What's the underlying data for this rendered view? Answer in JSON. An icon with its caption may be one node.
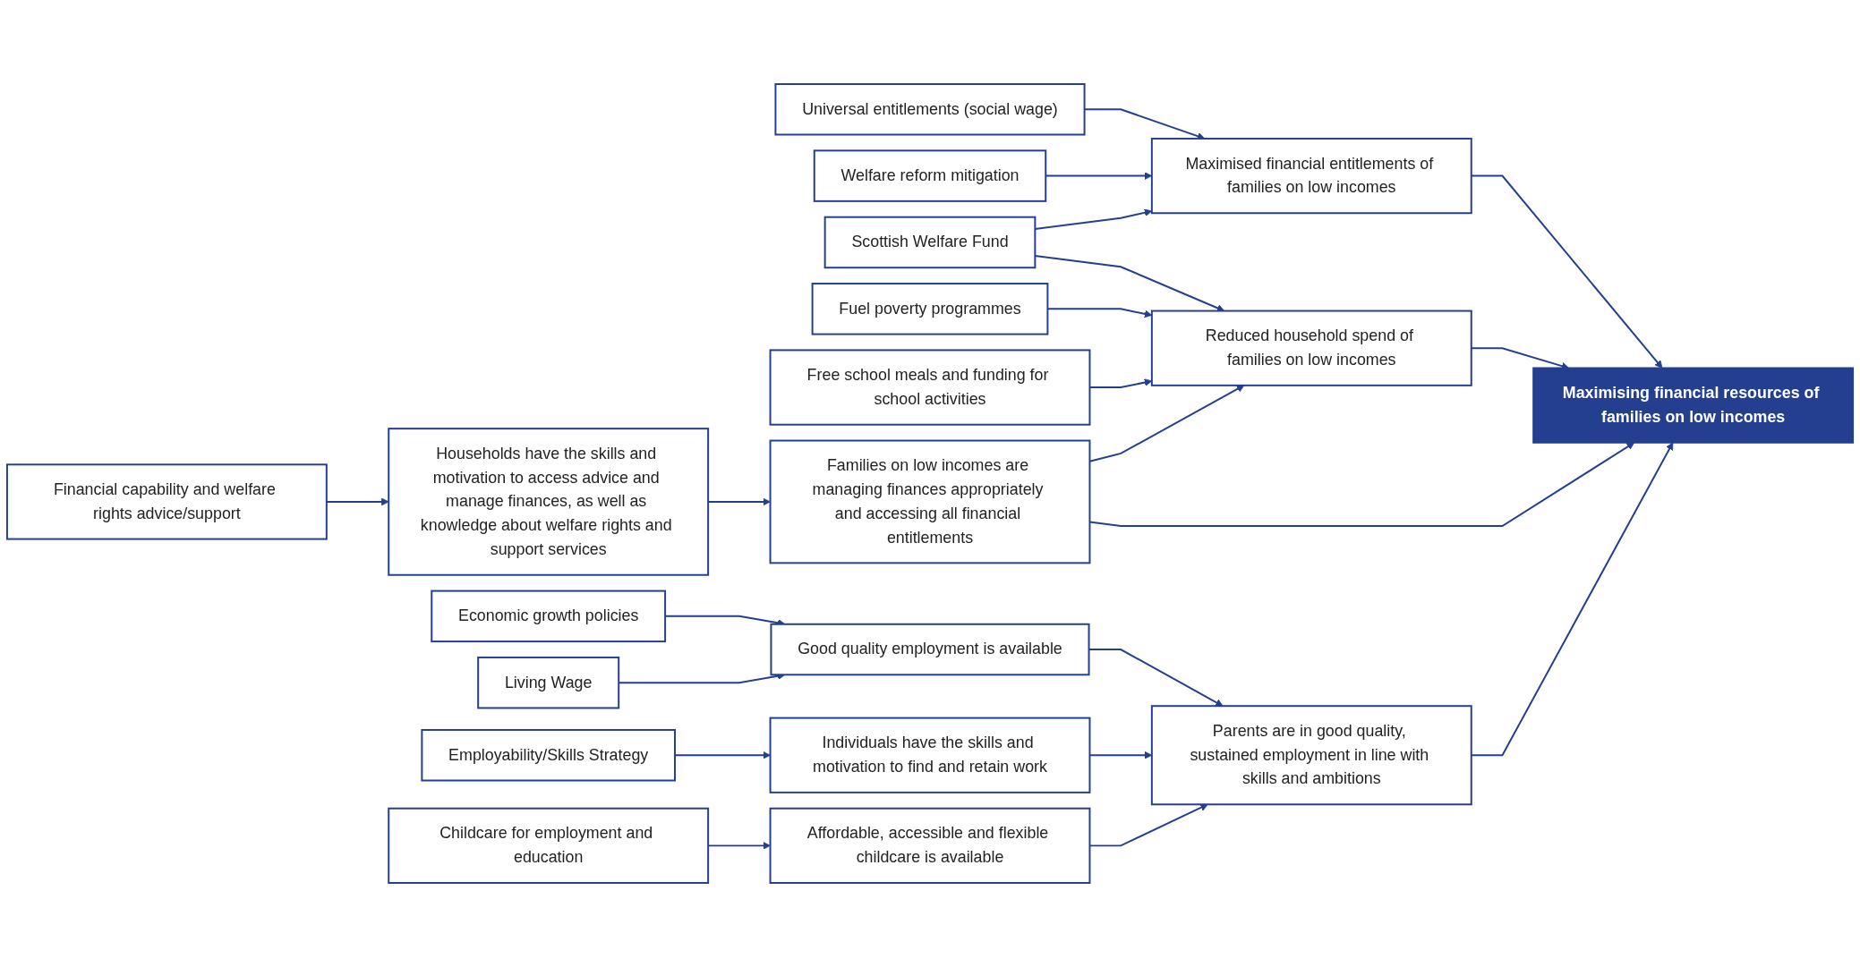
{
  "diagram": {
    "nodes": [
      {
        "text": [
          "Universal entitlements (social wage)"
        ]
      },
      {
        "text": [
          "Welfare reform mitigation"
        ]
      },
      {
        "text": [
          "Scottish Welfare Fund"
        ]
      },
      {
        "text": [
          "Fuel poverty programmes"
        ]
      },
      {
        "text": [
          "Free school meals and funding for school activities"
        ]
      },
      {
        "text": [
          "Financial capability and welfare rights advice/support"
        ]
      },
      {
        "text": [
          "Economic growth policies"
        ]
      },
      {
        "text": [
          "Living Wage"
        ]
      },
      {
        "text": [
          "Employability/Skills Strategy"
        ]
      },
      {
        "text": [
          "Childcare for employment and education"
        ]
      },
      {
        "text": [
          "Maximised financial entitlements of families on low incomes"
        ]
      },
      {
        "text": [
          "Reduced household spend of families on low incomes"
        ]
      },
      {
        "text": [
          "Households have the skills and motivation to access advice and manage finances, as well as knowledge about welfare rights and support services"
        ]
      },
      {
        "text": [
          "Families on low incomes are managing finances appropriately and accessing all financial entitlements"
        ]
      },
      {
        "text": [
          "Good quality employment is available"
        ]
      },
      {
        "text": [
          "Individuals have the skills and motivation to find and retain work"
        ]
      },
      {
        "text": [
          "Affordable, accessible and flexible childcare is available"
        ]
      },
      {
        "text": [
          "Parents are in good quality, sustained employment in line with skills and ambitions"
        ]
      },
      {
        "text": [
          "Maximising financial resources of families on low incomes"
        ]
      }
    ],
    "edges": [
      {
        "from": 0,
        "to": 10,
        "arrow": "to"
      },
      {
        "from": 1,
        "to": 10,
        "arrow": "to"
      },
      {
        "from": 2,
        "to": 10,
        "arrow": "to"
      },
      {
        "from": 2,
        "to": 11,
        "arrow": "to"
      },
      {
        "from": 3,
        "to": 11,
        "arrow": "to"
      },
      {
        "from": 4,
        "to": 11,
        "arrow": "to"
      },
      {
        "from": 5,
        "to": 12,
        "arrow": "to"
      },
      {
        "from": 12,
        "to": 13,
        "arrow": "to"
      },
      {
        "from": 13,
        "to": 11,
        "arrow": "to"
      },
      {
        "from": 10,
        "to": 18,
        "arrow": "to"
      },
      {
        "from": 11,
        "to": 18,
        "arrow": "to"
      },
      {
        "from": 13,
        "to": 18,
        "arrow": "to"
      },
      {
        "from": 6,
        "to": 14,
        "arrow": "to"
      },
      {
        "from": 7,
        "to": 14,
        "arrow": "to"
      },
      {
        "from": 8,
        "to": 15,
        "arrow": "to"
      },
      {
        "from": 9,
        "to": 16,
        "arrow": "to"
      },
      {
        "from": 14,
        "to": 17,
        "arrow": "to"
      },
      {
        "from": 15,
        "to": 17,
        "arrow": "to"
      },
      {
        "from": 16,
        "to": 17,
        "arrow": "to"
      },
      {
        "from": 17,
        "to": 18,
        "arrow": "to"
      }
    ]
  }
}
